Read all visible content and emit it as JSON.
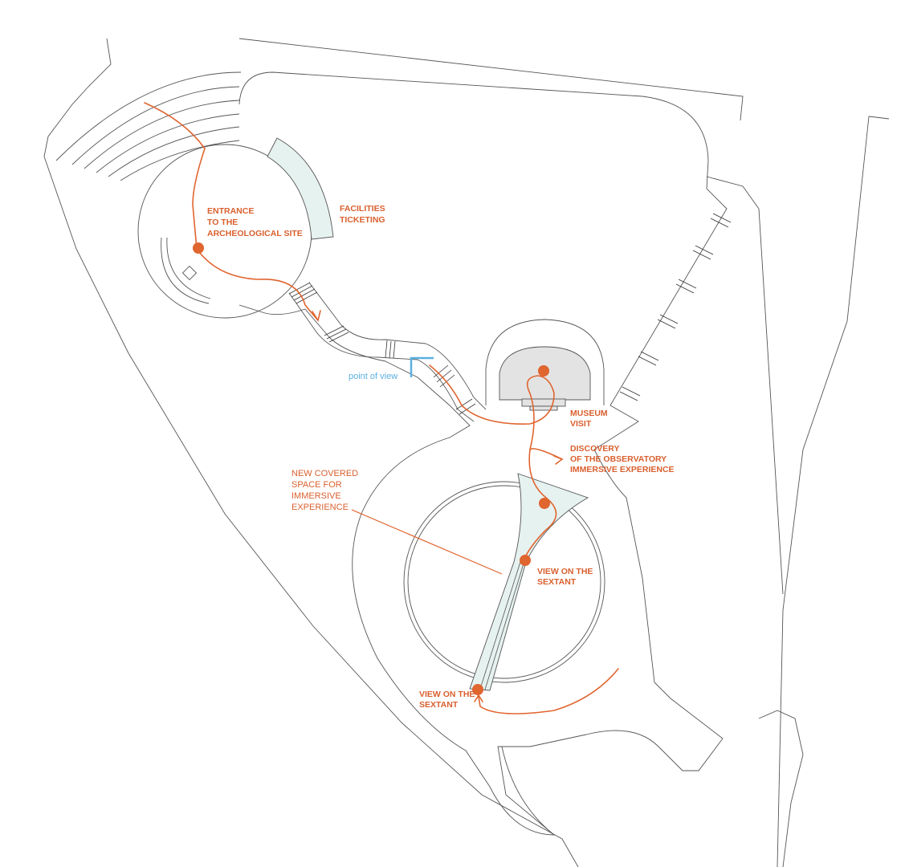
{
  "colors": {
    "route": "#e0652f",
    "label": "#d9602f",
    "point_of_view": "#5bb0e0",
    "zone_fill": "#e6f2f0",
    "museum_fill": "#e3e3e3",
    "line": "#555555"
  },
  "labels": {
    "entrance": [
      "ENTRANCE",
      "TO THE",
      "ARCHEOLOGICAL SITE"
    ],
    "facilities": [
      "FACILITIES",
      "TICKETING"
    ],
    "museum": [
      "MUSEUM",
      "VISIT"
    ],
    "discovery": [
      "DISCOVERY",
      "OF THE OBSERVATORY",
      "IMMERSIVE EXPERIENCE"
    ],
    "covered_space": [
      "NEW COVERED",
      "SPACE FOR",
      "IMMERSIVE",
      "EXPERIENCE"
    ],
    "view_sextant_upper": [
      "VIEW ON THE",
      "SEXTANT"
    ],
    "view_sextant_lower": [
      "VIEW ON THE",
      "SEXTANT"
    ],
    "point_of_view": "point of view"
  }
}
